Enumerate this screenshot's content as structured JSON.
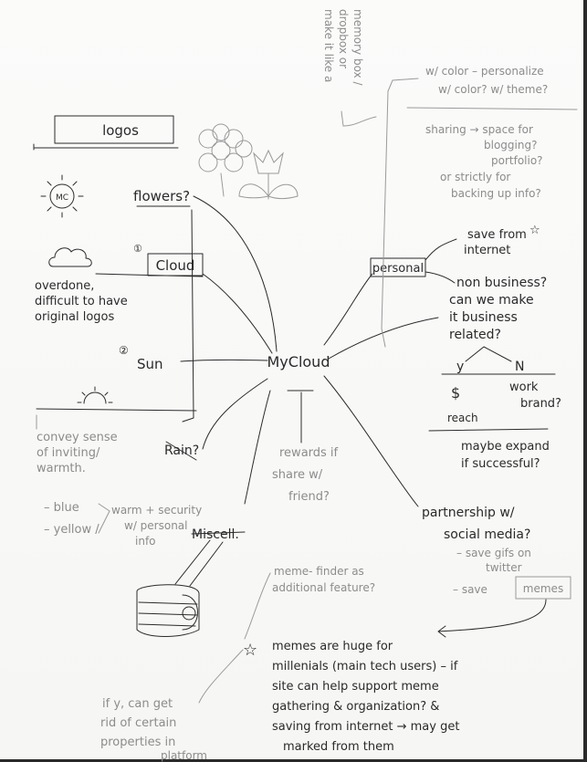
{
  "center": {
    "label": "MyCloud"
  },
  "logos_box": {
    "label": "logos"
  },
  "mc_sun_label": "MC",
  "branches": {
    "flowers": "flowers?",
    "cloud_marker": "①",
    "cloud": "Cloud",
    "sun_marker": "②",
    "sun": "Sun",
    "rain": "Rain?",
    "miscell": "Miscell.",
    "personal": "personal",
    "partnership": [
      "partnership w/",
      "social media?"
    ]
  },
  "cloud_note": [
    "overdone,",
    "difficult to have",
    "original logos"
  ],
  "pencil_left": {
    "convey": [
      "convey sense",
      "of inviting/",
      "warmth."
    ],
    "blue": "– blue",
    "yellow": "– yellow /",
    "warm": [
      "warm + security",
      "w/ personal",
      "info"
    ]
  },
  "rewards": [
    "rewards if",
    "share w/",
    "friend?"
  ],
  "top_right": {
    "vertical": [
      "make it like a",
      "dropbox or",
      "memory box /"
    ],
    "color": [
      "w/ color – personalize",
      "w/ color? w/ theme?"
    ],
    "sharing": [
      "sharing → space for",
      "blogging?",
      "portfolio?"
    ],
    "strictly": [
      "or strictly for",
      "backing up info?"
    ]
  },
  "personal_notes": {
    "save": [
      "save from",
      "internet"
    ],
    "nonbiz": [
      "non business?",
      "can we make",
      "it business",
      "related?"
    ],
    "y": "y",
    "n": "N",
    "reach": "reach",
    "work": [
      "work",
      "brand?"
    ],
    "expand": [
      "maybe expand",
      "if successful?"
    ]
  },
  "social_notes": {
    "gifs": [
      "– save gifs on",
      "twitter"
    ],
    "save_prefix": "– save",
    "memes_box": "memes"
  },
  "meme_finder": [
    "meme- finder as",
    "additional feature?"
  ],
  "memes_note": [
    "memes are huge for",
    "millenials (main tech users) – if",
    "site can help support meme",
    "gathering & organization? &",
    "saving from internet → may get",
    "marked from them"
  ],
  "misc_note": [
    "if y, can get",
    "rid of certain",
    "properties in",
    "platform"
  ],
  "star_symbol": "☆",
  "money_symbol": "$"
}
